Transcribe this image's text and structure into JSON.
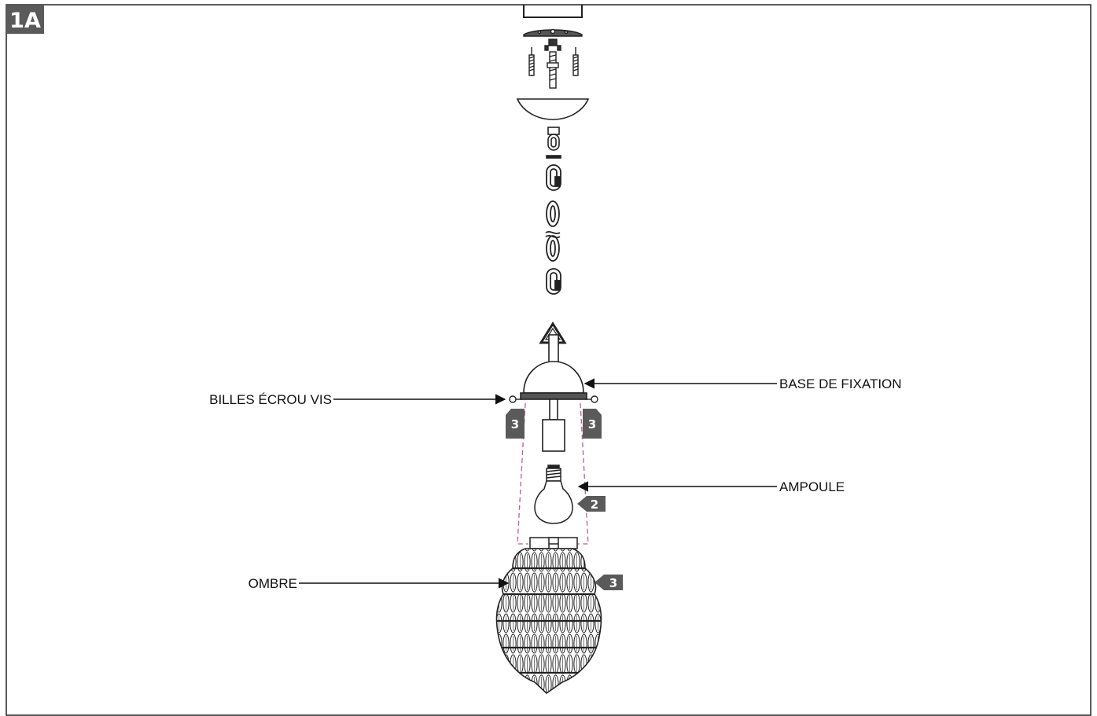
{
  "figure_badge": "1A",
  "labels": {
    "base": "BASE DE FIXATION",
    "balls": "BILLES ÉCROU VIS",
    "bulb": "AMPOULE",
    "shade": "OMBRE"
  },
  "steps": {
    "left_screw": "3",
    "right_screw": "3",
    "bulb": "2",
    "shade": "3"
  },
  "colors": {
    "line": "#1a1a1a",
    "badge": "#5a5a5a",
    "guide": "#c2569b"
  }
}
